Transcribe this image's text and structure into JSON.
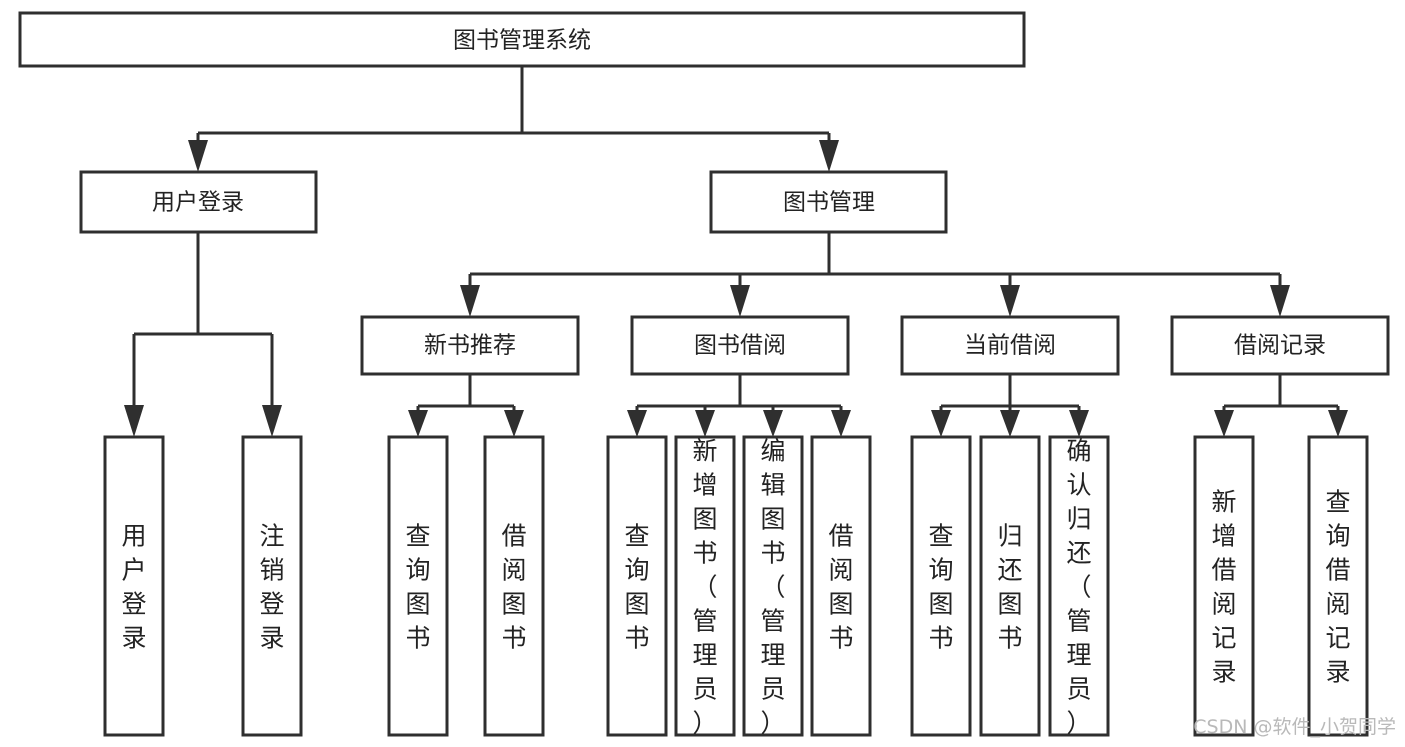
{
  "diagram": {
    "type": "tree-hierarchy",
    "title": "图书管理系统",
    "root": {
      "id": "root",
      "label": "图书管理系统",
      "orientation": "horizontal"
    },
    "level2": [
      {
        "id": "user-login",
        "label": "用户登录",
        "orientation": "horizontal"
      },
      {
        "id": "book-management",
        "label": "图书管理",
        "orientation": "horizontal"
      }
    ],
    "level3": [
      {
        "id": "new-book-recommend",
        "label": "新书推荐",
        "orientation": "horizontal",
        "parent": "book-management"
      },
      {
        "id": "book-borrow",
        "label": "图书借阅",
        "orientation": "horizontal",
        "parent": "book-management"
      },
      {
        "id": "current-borrow",
        "label": "当前借阅",
        "orientation": "horizontal",
        "parent": "book-management"
      },
      {
        "id": "borrow-record",
        "label": "借阅记录",
        "orientation": "horizontal",
        "parent": "book-management"
      }
    ],
    "leaves": [
      {
        "id": "leaf-user-login",
        "label": "用户登录",
        "orientation": "vertical",
        "parent": "user-login"
      },
      {
        "id": "leaf-user-logout",
        "label": "注销登录",
        "orientation": "vertical",
        "parent": "user-login"
      },
      {
        "id": "leaf-query-book-1",
        "label": "查询图书",
        "orientation": "vertical",
        "parent": "new-book-recommend"
      },
      {
        "id": "leaf-borrow-book-1",
        "label": "借阅图书",
        "orientation": "vertical",
        "parent": "new-book-recommend"
      },
      {
        "id": "leaf-query-book-2",
        "label": "查询图书",
        "orientation": "vertical",
        "parent": "book-borrow"
      },
      {
        "id": "leaf-add-book",
        "label": "新增图书（管理员）",
        "orientation": "vertical",
        "parent": "book-borrow"
      },
      {
        "id": "leaf-edit-book",
        "label": "编辑图书（管理员）",
        "orientation": "vertical",
        "parent": "book-borrow"
      },
      {
        "id": "leaf-borrow-book-2",
        "label": "借阅图书",
        "orientation": "vertical",
        "parent": "book-borrow"
      },
      {
        "id": "leaf-query-book-3",
        "label": "查询图书",
        "orientation": "vertical",
        "parent": "current-borrow"
      },
      {
        "id": "leaf-return-book",
        "label": "归还图书",
        "orientation": "vertical",
        "parent": "current-borrow"
      },
      {
        "id": "leaf-confirm-return",
        "label": "确认归还（管理员）",
        "orientation": "vertical",
        "parent": "current-borrow"
      },
      {
        "id": "leaf-add-record",
        "label": "新增借阅记录",
        "orientation": "vertical",
        "parent": "borrow-record"
      },
      {
        "id": "leaf-query-record",
        "label": "查询借阅记录",
        "orientation": "vertical",
        "parent": "borrow-record"
      }
    ],
    "colors": {
      "stroke": "#2f2f2f",
      "fill": "#ffffff",
      "text": "#232323",
      "watermark": "#b9b9b9"
    }
  },
  "watermark": {
    "label": "CSDN @软件_小贺同学"
  }
}
